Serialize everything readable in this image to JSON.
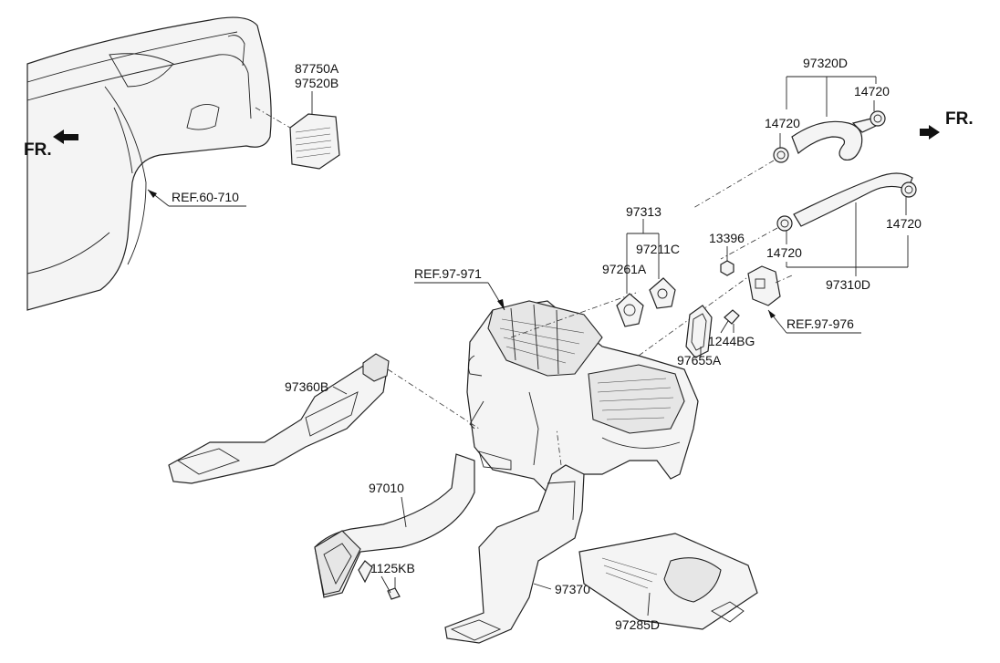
{
  "labels": {
    "p87750A": "87750A",
    "p97520B": "97520B",
    "p97320D": "97320D",
    "p14720_a": "14720",
    "p14720_b": "14720",
    "p14720_c": "14720",
    "p14720_d": "14720",
    "p97313": "97313",
    "p97211C": "97211C",
    "p97261A": "97261A",
    "p13396": "13396",
    "p97310D": "97310D",
    "p1244BG": "1244BG",
    "p97655A": "97655A",
    "p97360B": "97360B",
    "p97010": "97010",
    "p1125KB": "1125KB",
    "p97370": "97370",
    "p97285D": "97285D"
  },
  "refs": {
    "ref_60_710": "REF.60-710",
    "ref_97_971": "REF.97-971",
    "ref_97_976": "REF.97-976"
  },
  "fr_left": "FR.",
  "fr_right": "FR."
}
